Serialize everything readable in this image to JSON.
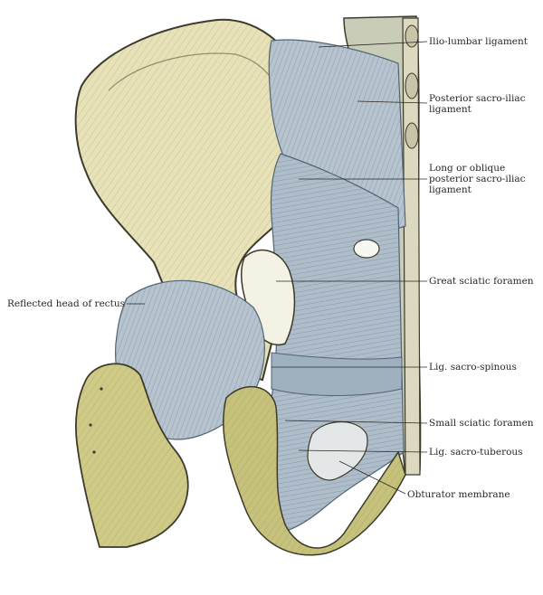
{
  "labels": {
    "iliolumbar": "Ilio-lumbar ligament",
    "post_sacroiliac_1": "Posterior sacro-iliac",
    "post_sacroiliac_2": "ligament",
    "long_oblique_1": "Long or oblique",
    "long_oblique_2": "posterior sacro-iliac",
    "long_oblique_3": "ligament",
    "great_sciatic": "Great sciatic foramen",
    "reflected_rectus": "Reflected head of rectus",
    "sacrospinous": "Lig. sacro-spinous",
    "small_sciatic": "Small sciatic foramen",
    "sacrotuberous": "Lig. sacro-tuberous",
    "obturator": "Obturator membrane"
  },
  "colors": {
    "bone": "#e8e2b8",
    "bone_shade": "#c9c48a",
    "olive": "#b8b468",
    "ligament": "#b7c4cf",
    "ligament_dark": "#7f93a4",
    "ink": "#2b2621"
  }
}
